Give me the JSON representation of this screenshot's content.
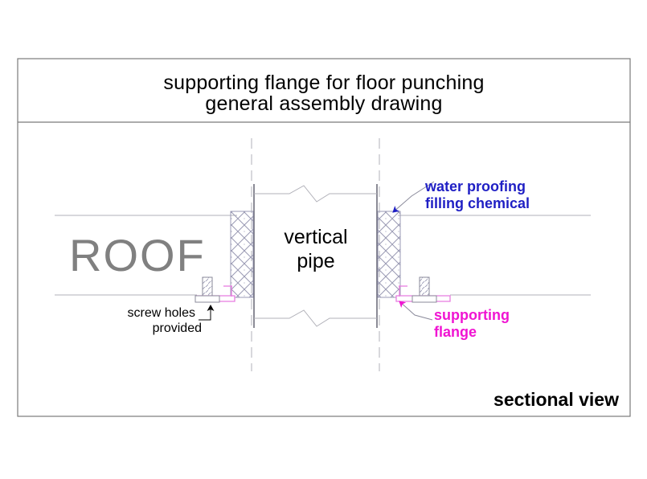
{
  "drawing": {
    "title_line_1": "supporting flange for floor punching",
    "title_line_2": "general assembly drawing",
    "view_label": "sectional view",
    "labels": {
      "roof": "ROOF",
      "pipe_line_1": "vertical",
      "pipe_line_2": "pipe",
      "waterproofing_line_1": "water proofing",
      "waterproofing_line_2": "filling chemical",
      "flange_line_1": "supporting",
      "flange_line_2": "flange",
      "screw_line_1": "screw holes",
      "screw_line_2": "provided"
    },
    "colors": {
      "frame": "#7a7a7a",
      "title_text": "#000000",
      "roof_text": "#808080",
      "structure_line": "#b0b0b8",
      "hatch_line": "#9a9ab4",
      "waterproofing_note": "#1f1fc4",
      "flange_note": "#f014d2",
      "flange_part": "#e87ce0",
      "screw_note": "#000000",
      "background": "#ffffff"
    }
  }
}
